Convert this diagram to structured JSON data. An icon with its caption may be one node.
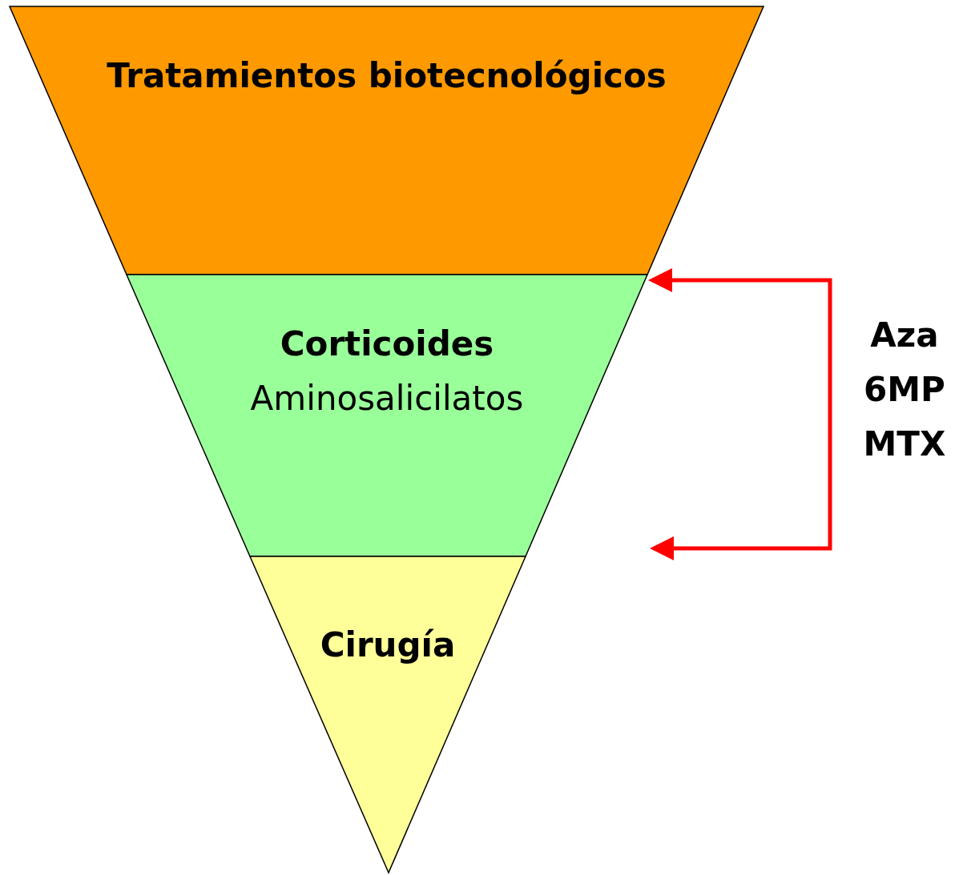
{
  "diagram": {
    "nodes": [
      {
        "text": [
          "Tratamientos biotecnológicos"
        ]
      },
      {
        "text": [
          "Corticoides",
          "Aminosalicilatos"
        ]
      },
      {
        "text": [
          "Cirugía"
        ]
      },
      {
        "text": [
          "Aza",
          "6MP",
          "MTX"
        ]
      }
    ],
    "edges": [
      {
        "from": 3,
        "to": 1,
        "arrow": "to"
      },
      {
        "from": 3,
        "to": null,
        "arrow": "to"
      }
    ]
  }
}
